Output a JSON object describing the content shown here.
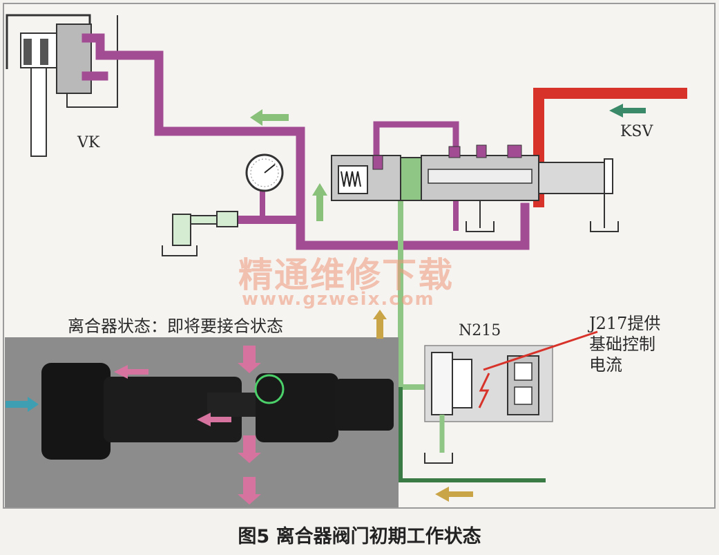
{
  "labels": {
    "vk": "VK",
    "ksv": "KSV",
    "n215": "N215",
    "j217_line1": "J217提供",
    "j217_line2": "基础控制",
    "j217_line3": "电流",
    "clutch_state": "离合器状态：即将要接合状态"
  },
  "caption": "图5 离合器阀门初期工作状态",
  "watermark": {
    "text": "精通维修下载",
    "url": "www.gzweix.com"
  },
  "colors": {
    "pressure_line": "#a24c93",
    "supply_line": "#d8332a",
    "control_line": "#8fc585",
    "return_line": "#3a7a45",
    "green_arrow": "#89c07a",
    "pink_arrow": "#d6739f",
    "tan_arrow": "#caa548",
    "teal_arrow": "#3f9fb2"
  },
  "icons": [
    "pressure-gauge-icon",
    "spring-icon",
    "lightning-icon"
  ]
}
